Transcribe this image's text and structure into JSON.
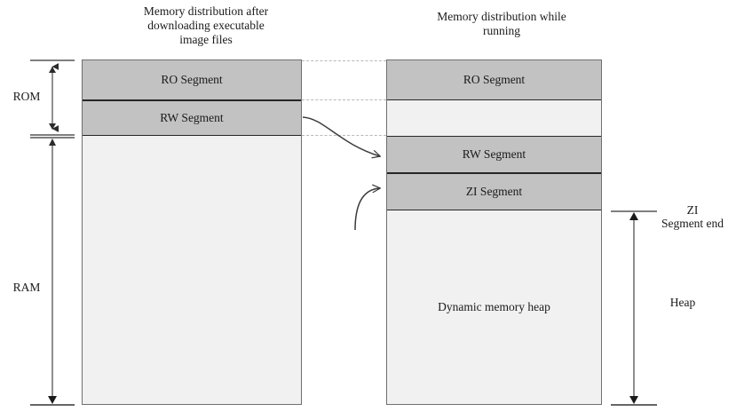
{
  "diagram": {
    "title_left": "Memory distribution after\ndownloading executable\nimage files",
    "title_right": "Memory distribution while\nrunning"
  },
  "left_block": {
    "segments": [
      {
        "label": "RO Segment",
        "fill": "#c2c2c2"
      },
      {
        "label": "RW Segment",
        "fill": "#c2c2c2"
      },
      {
        "label": "",
        "fill": "#f1f1f1"
      }
    ]
  },
  "right_block": {
    "segments": [
      {
        "label": "RO Segment",
        "fill": "#c2c2c2"
      },
      {
        "label": "",
        "fill": "#f1f1f1"
      },
      {
        "label": "RW Segment",
        "fill": "#c2c2c2"
      },
      {
        "label": "ZI Segment",
        "fill": "#c2c2c2"
      },
      {
        "label": "Dynamic memory heap",
        "fill": "#f1f1f1"
      }
    ]
  },
  "left_brackets": [
    {
      "label": "ROM"
    },
    {
      "label": "RAM"
    }
  ],
  "right_brackets": [
    {
      "label": "ZI\nSegment end"
    },
    {
      "label": "Heap"
    }
  ],
  "colors": {
    "segment_fill": "#c2c2c2",
    "empty_fill": "#f1f1f1",
    "block_border": "#6f6f6f",
    "segment_border": "#262626",
    "dotted_connector": "#b7b7b7",
    "arrow": "#3a3a3a",
    "text": "#1a1a1a"
  }
}
